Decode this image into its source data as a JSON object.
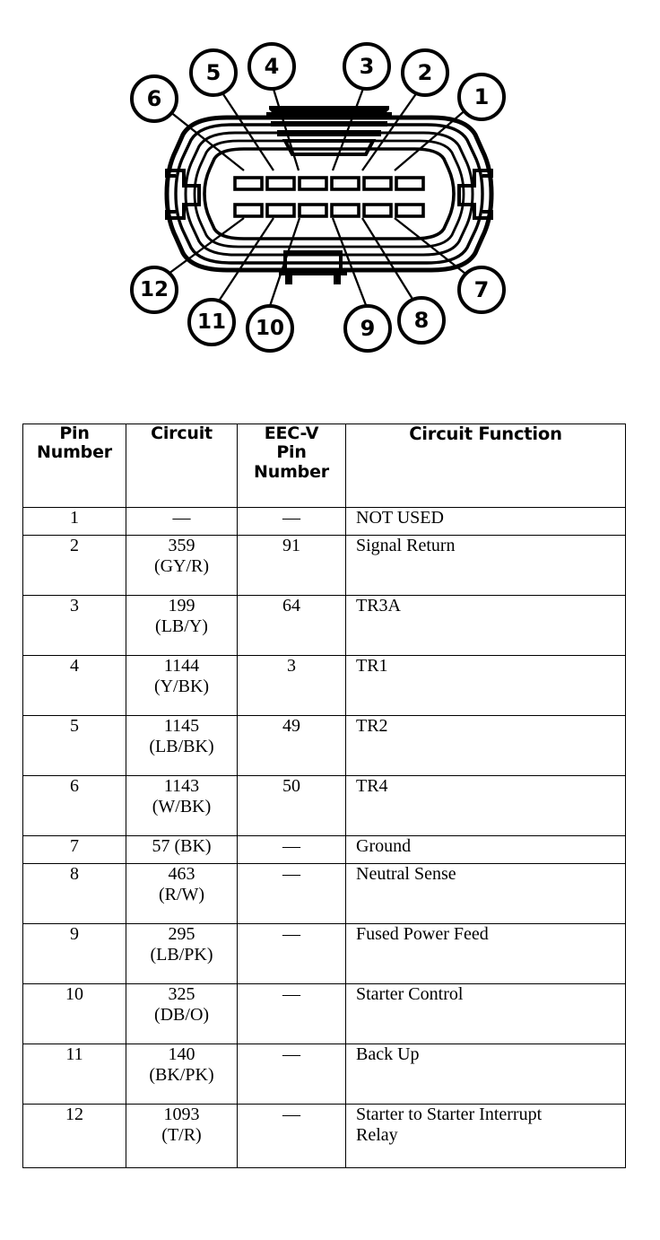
{
  "diagram": {
    "name": "12-pin connector face view",
    "callouts_top": [
      "6",
      "5",
      "4",
      "3",
      "2",
      "1"
    ],
    "callouts_bottom": [
      "12",
      "11",
      "10",
      "9",
      "8",
      "7"
    ],
    "terminal_rows": 2,
    "terminals_per_row": 6,
    "line_color": "#000000"
  },
  "table": {
    "headers": {
      "pin_number": "Pin\nNumber",
      "pin_number_l1": "Pin",
      "pin_number_l2": "Number",
      "circuit": "Circuit",
      "eec_v_l1": "EEC-V",
      "eec_v_l2": "Pin",
      "eec_v_l3": "Number",
      "circuit_function": "Circuit Function"
    },
    "rows": [
      {
        "pin": "1",
        "circuit": "—",
        "circuit_color": "",
        "eec": "—",
        "function": "NOT USED",
        "function2": ""
      },
      {
        "pin": "2",
        "circuit": "359",
        "circuit_color": "(GY/R)",
        "eec": "91",
        "function": "Signal Return",
        "function2": ""
      },
      {
        "pin": "3",
        "circuit": "199",
        "circuit_color": "(LB/Y)",
        "eec": "64",
        "function": "TR3A",
        "function2": ""
      },
      {
        "pin": "4",
        "circuit": "1144",
        "circuit_color": "(Y/BK)",
        "eec": "3",
        "function": "TR1",
        "function2": ""
      },
      {
        "pin": "5",
        "circuit": "1145",
        "circuit_color": "(LB/BK)",
        "eec": "49",
        "function": "TR2",
        "function2": ""
      },
      {
        "pin": "6",
        "circuit": "1143",
        "circuit_color": "(W/BK)",
        "eec": "50",
        "function": "TR4",
        "function2": ""
      },
      {
        "pin": "7",
        "circuit": "57 (BK)",
        "circuit_color": "",
        "eec": "—",
        "function": "Ground",
        "function2": ""
      },
      {
        "pin": "8",
        "circuit": "463",
        "circuit_color": "(R/W)",
        "eec": "—",
        "function": "Neutral Sense",
        "function2": ""
      },
      {
        "pin": "9",
        "circuit": "295",
        "circuit_color": "(LB/PK)",
        "eec": "—",
        "function": "Fused Power Feed",
        "function2": ""
      },
      {
        "pin": "10",
        "circuit": "325",
        "circuit_color": "(DB/O)",
        "eec": "—",
        "function": "Starter Control",
        "function2": ""
      },
      {
        "pin": "11",
        "circuit": "140",
        "circuit_color": "(BK/PK)",
        "eec": "—",
        "function": "Back Up",
        "function2": ""
      },
      {
        "pin": "12",
        "circuit": "1093",
        "circuit_color": "(T/R)",
        "eec": "—",
        "function": "Starter to Starter Interrupt",
        "function2": "Relay"
      }
    ]
  }
}
